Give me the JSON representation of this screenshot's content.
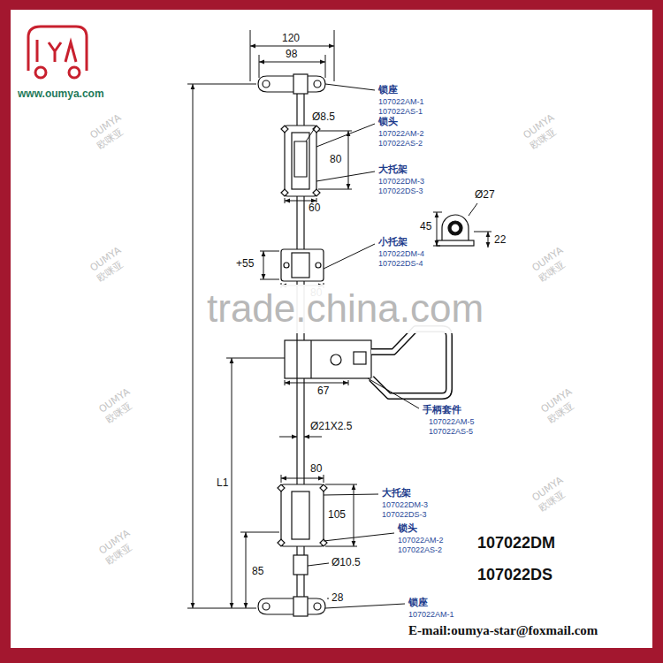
{
  "diagram": {
    "labels": [
      "www.oumya.com",
      "120",
      "98",
      "锁座",
      "107022AM-1",
      "107022AS-1",
      "Ø8.5",
      "锁头",
      "107022AM-2",
      "107022AS-2",
      "80",
      "大托架",
      "107022DM-3",
      "107022DS-3",
      "60",
      "Ø27",
      "45",
      "22",
      "小托架",
      "107022DM-4",
      "107022DS-4",
      "+55",
      "80",
      "trade.china.com",
      "67",
      "手柄套件",
      "107022AM-5",
      "107022AS-5",
      "Ø21X2.5",
      "L1",
      "80",
      "大托架",
      "107022DM-3",
      "107022DS-3",
      "105",
      "锁头",
      "107022AM-2",
      "107022AS-2",
      "Ø10.5",
      "85",
      "28",
      "107022DM",
      "107022DS",
      "锁座",
      "107022AM-1",
      "E-mail:oumya-star@foxmail.com",
      "OUMYA",
      "欧咪亚",
      "OUMYA",
      "欧咪亚",
      "OUMYA",
      "欧咪亚",
      "OUMYA",
      "欧咪亚",
      "OUMYA",
      "欧咪亚",
      "OUMYA",
      "欧咪亚",
      "OUMYA",
      "欧咪亚",
      "OUMYA",
      "欧咪亚"
    ]
  }
}
